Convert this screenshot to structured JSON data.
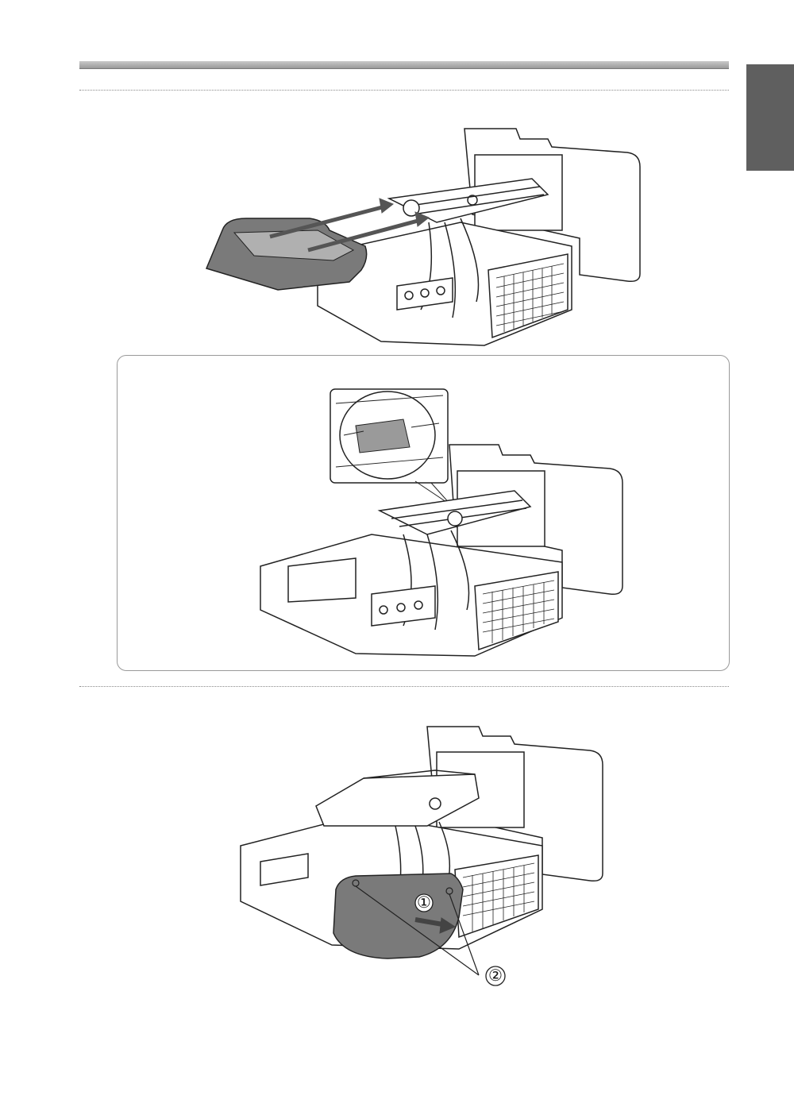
{
  "callouts": {
    "marker_1": "①",
    "marker_2": "②"
  },
  "colors": {
    "header_bar": "#a8a8a8",
    "side_tab": "#5f5f5f",
    "cover_part": "#7a7a7a",
    "line_art": "#222222"
  },
  "icons": [
    "projector-illustration",
    "magnified-inset",
    "arrow-icon"
  ]
}
